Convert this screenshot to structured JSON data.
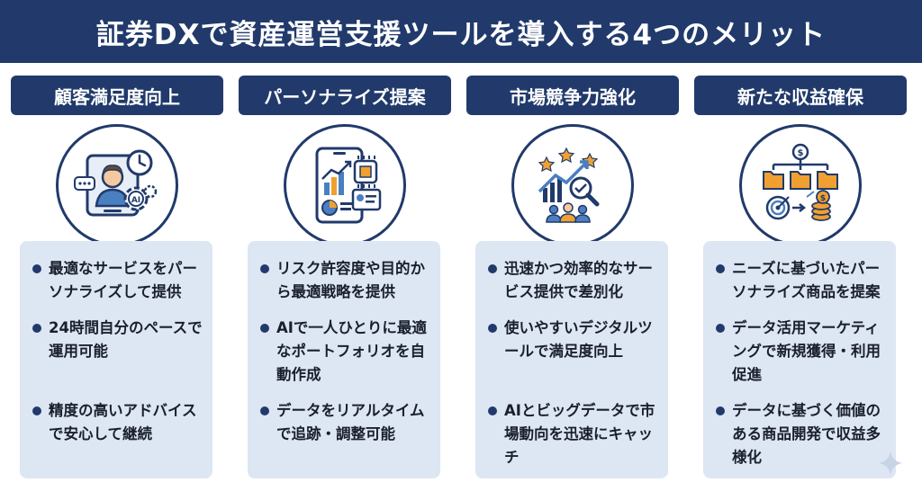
{
  "title": "証券DXで資産運営支援ツールを導入する4つのメリット",
  "columns": [
    {
      "header": "顧客満足度向上",
      "icon": "customer-support-icon",
      "items": [
        "最適なサービスをパーソナライズして提供",
        "24時間自分のペースで運用可能",
        "精度の高いアドバイスで安心して継続"
      ]
    },
    {
      "header": "パーソナライズ提案",
      "icon": "personalized-dashboard-icon",
      "items": [
        "リスク許容度や目的から最適戦略を提供",
        "AIで一人ひとりに最適なポートフォリオを自動作成",
        "データをリアルタイムで追跡・調整可能"
      ]
    },
    {
      "header": "市場競争力強化",
      "icon": "market-growth-icon",
      "items": [
        "迅速かつ効率的なサービス提供で差別化",
        "使いやすいデジタルツールで満足度向上",
        "AIとビッグデータで市場動向を迅速にキャッチ"
      ]
    },
    {
      "header": "新たな収益確保",
      "icon": "revenue-folders-icon",
      "items": [
        "ニーズに基づいたパーソナライズ商品を提案",
        "データ活用マーケティングで新規獲得・利用促進",
        "データに基づく価値のある商品開発で収益多様化"
      ]
    }
  ],
  "colors": {
    "navy": "#213a6b",
    "panel": "#dde6f3",
    "accent_blue": "#4a7fc1",
    "accent_orange": "#f0a030",
    "skin": "#f5c9a0"
  }
}
